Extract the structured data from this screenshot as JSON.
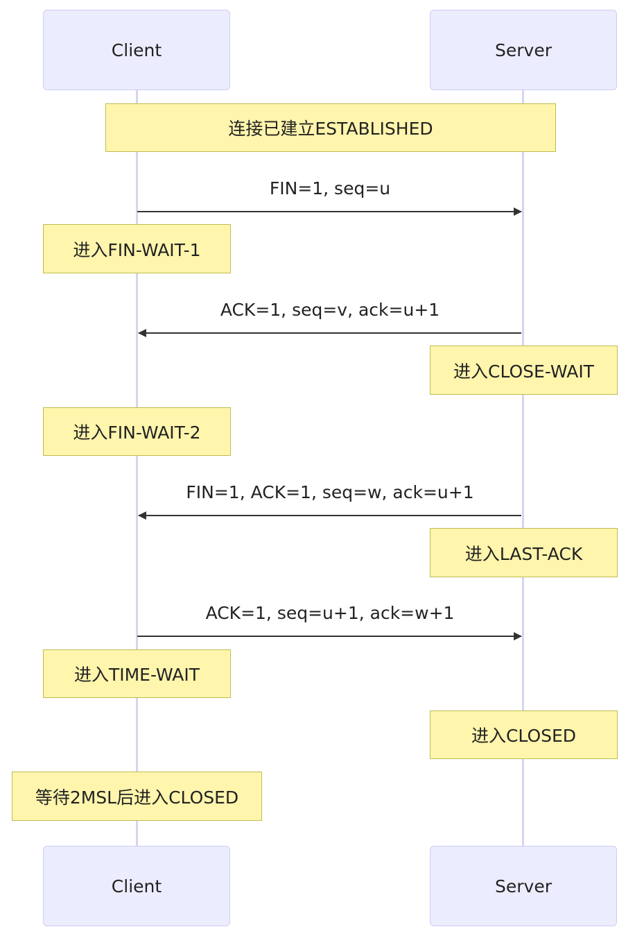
{
  "participants": {
    "client": "Client",
    "server": "Server"
  },
  "notes": {
    "established": "连接已建立ESTABLISHED",
    "fin_wait_1": "进入FIN-WAIT-1",
    "close_wait": "进入CLOSE-WAIT",
    "fin_wait_2": "进入FIN-WAIT-2",
    "last_ack": "进入LAST-ACK",
    "time_wait": "进入TIME-WAIT",
    "server_closed": "进入CLOSED",
    "client_closed": "等待2MSL后进入CLOSED"
  },
  "messages": [
    {
      "from": "client",
      "to": "server",
      "label": "FIN=1, seq=u"
    },
    {
      "from": "server",
      "to": "client",
      "label": "ACK=1, seq=v, ack=u+1"
    },
    {
      "from": "server",
      "to": "client",
      "label": "FIN=1, ACK=1, seq=w, ack=u+1"
    },
    {
      "from": "client",
      "to": "server",
      "label": "ACK=1, seq=u+1, ack=w+1"
    }
  ],
  "colors": {
    "actor_fill": "#ececff",
    "actor_border": "#cfcdf0",
    "note_fill": "#fff5ad",
    "note_border": "#bdbd50",
    "lifeline": "#d8d4f0",
    "arrow": "#333333"
  }
}
